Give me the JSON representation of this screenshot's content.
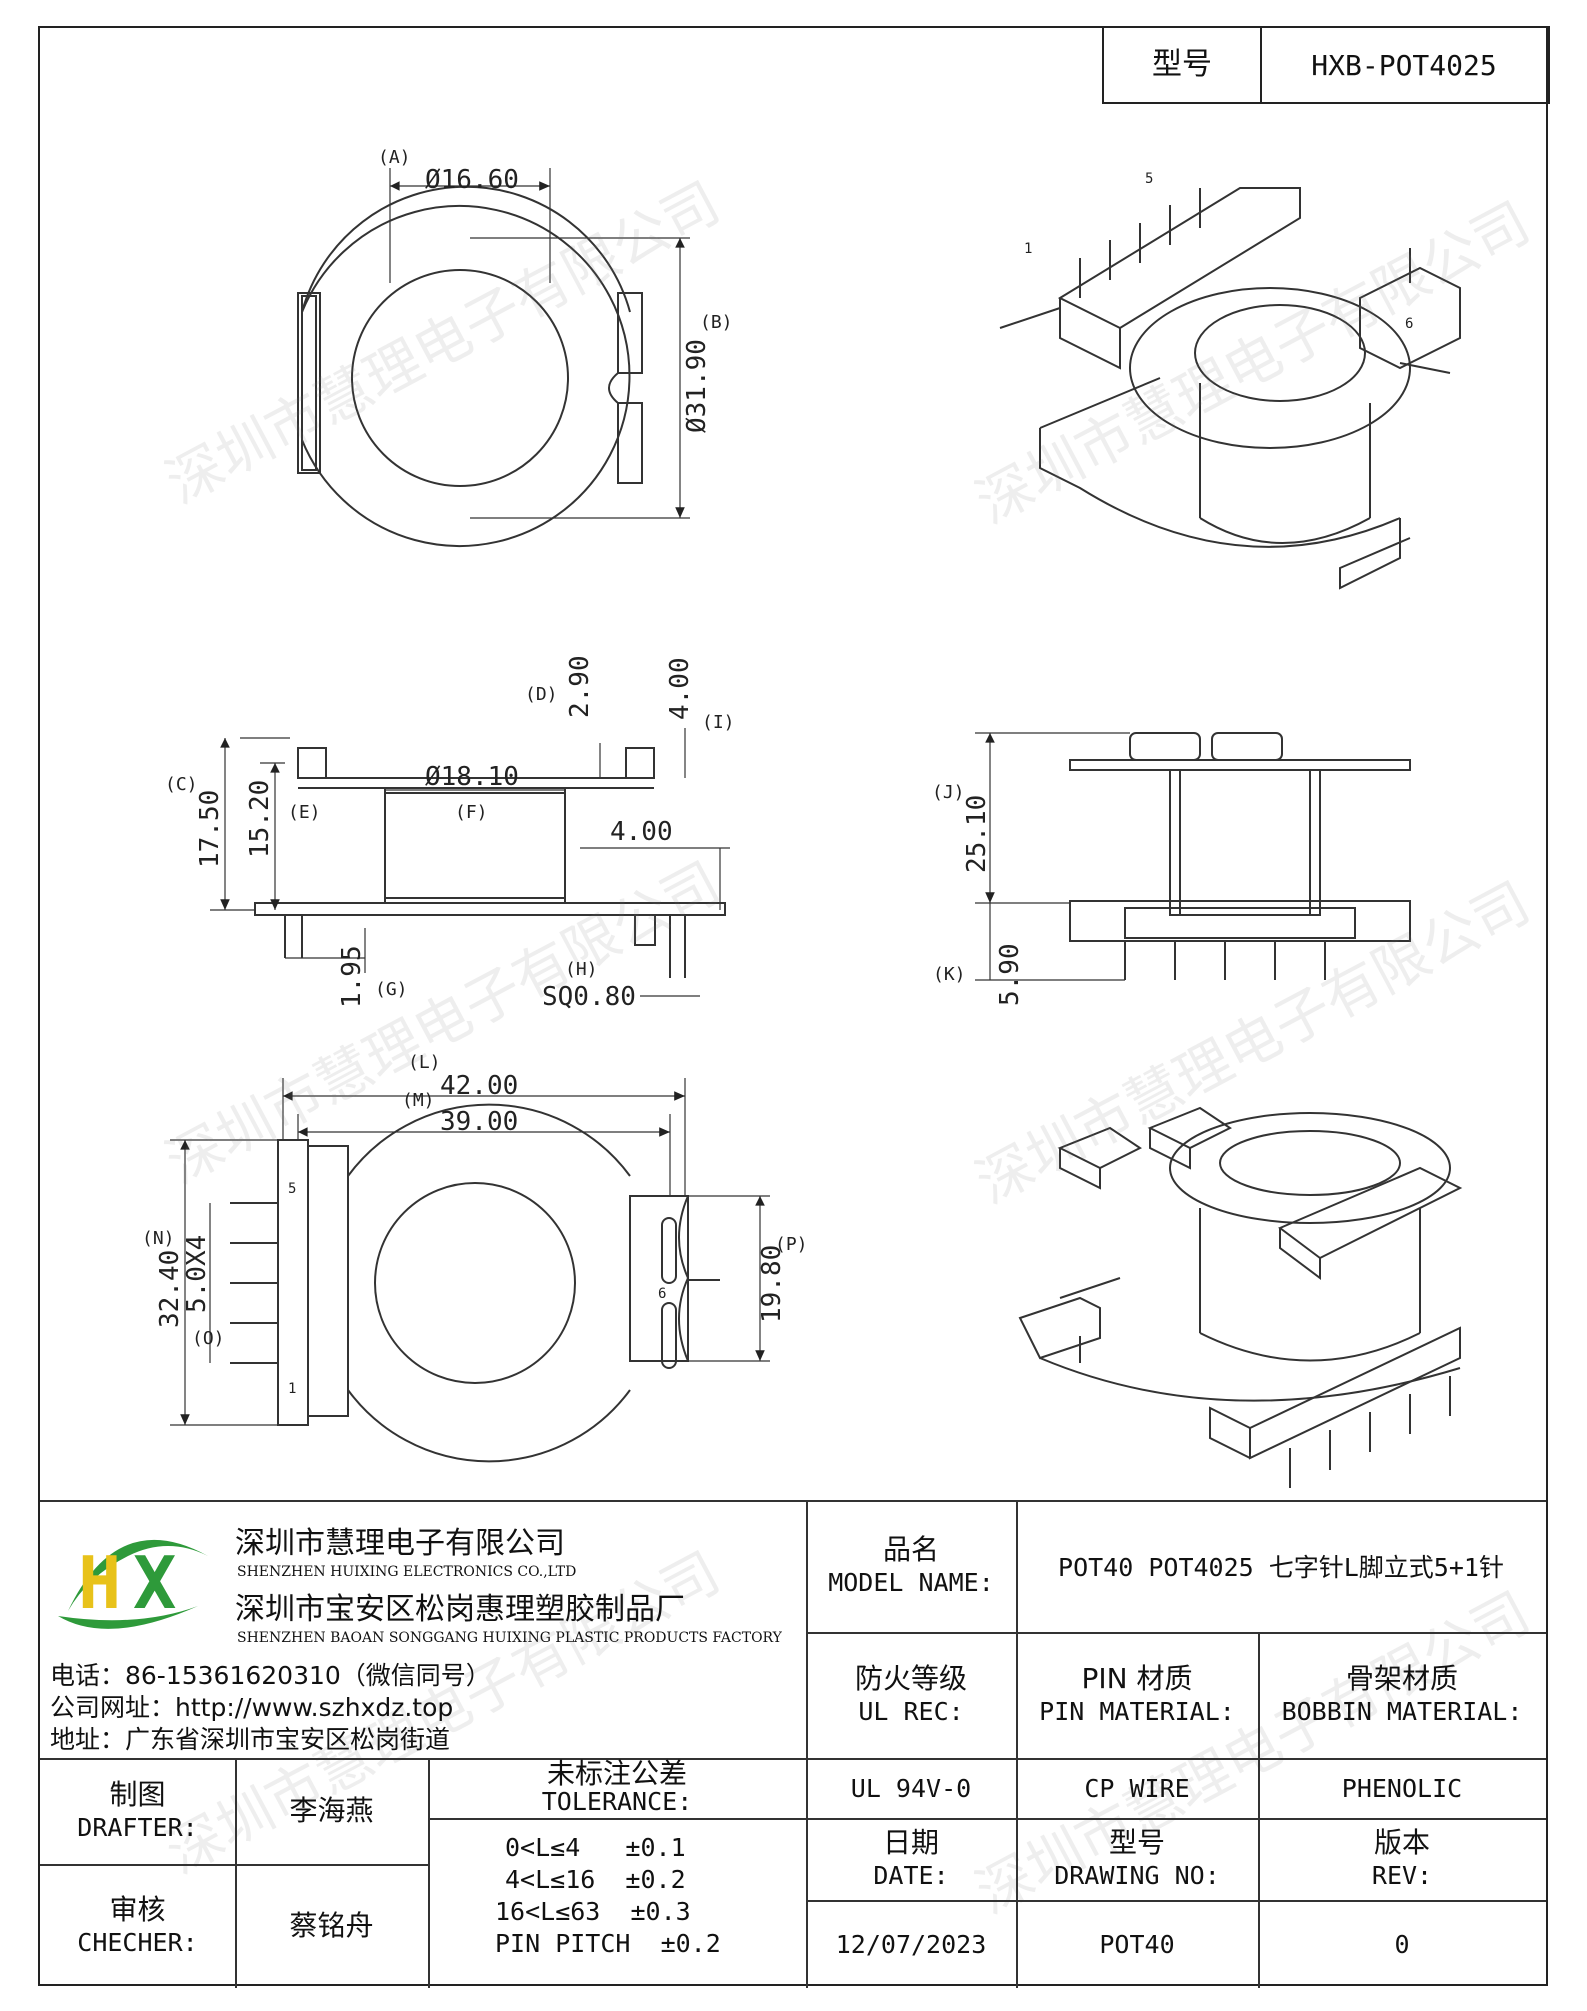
{
  "header": {
    "model_label": "型号",
    "model_value": "HXB-POT4025"
  },
  "dims": {
    "A": "(A)",
    "a_val": "Ø16.60",
    "B": "(B)",
    "b_val": "Ø31.90",
    "C": "(C)",
    "c_val": "17.50",
    "D": "(D)",
    "d_val": "2.90",
    "E": "(E)",
    "e_val": "15.20",
    "F": "(F)",
    "f_val": "Ø18.10",
    "G": "(G)",
    "g_val": "1.95",
    "H": "(H)",
    "h_val": "SQ0.80",
    "I": "(I)",
    "i_val": "4.00",
    "i2_val": "4.00",
    "J": "(J)",
    "j_val": "25.10",
    "K": "(K)",
    "k_val": "5.90",
    "L": "(L)",
    "l_val": "42.00",
    "M": "(M)",
    "m_val": "39.00",
    "N": "(N)",
    "n_val": "32.40",
    "O": "(O)",
    "o_val": "5.0X4",
    "P": "(P)",
    "p_val": "19.80"
  },
  "pins": {
    "p1": "1",
    "p5": "5",
    "p6": "6"
  },
  "company": {
    "name_cn": "深圳市慧理电子有限公司",
    "name_en": "SHENZHEN HUIXING ELECTRONICS CO.,LTD",
    "factory_cn": "深圳市宝安区松岗惠理塑胶制品厂",
    "factory_en": "SHENZHEN BAOAN SONGGANG HUIXING PLASTIC PRODUCTS FACTORY",
    "phone": "电话：86-15361620310（微信同号）",
    "website": "公司网址：http://www.szhxdz.top",
    "address": "地址：广东省深圳市宝安区松岗街道",
    "logo_h": "H",
    "logo_x": "X"
  },
  "title_block": {
    "model_name_cn": "品名",
    "model_name_en": "MODEL NAME:",
    "model_name_value": "POT40 POT4025 七字针L脚立式5+1针",
    "ul_cn": "防火等级",
    "ul_en": "UL REC:",
    "pin_cn": "PIN 材质",
    "pin_en": "PIN MATERIAL:",
    "bobbin_cn": "骨架材质",
    "bobbin_en": "BOBBIN MATERIAL:",
    "ul_value": "UL 94V-0",
    "pin_value": "CP WIRE",
    "bobbin_value": "PHENOLIC",
    "drafter_cn": "制图",
    "drafter_en": "DRAFTER:",
    "drafter_name": "李海燕",
    "checker_cn": "审核",
    "checker_en": "CHECHER:",
    "checker_name": "蔡铭舟",
    "tol_cn": "未标注公差",
    "tol_en": "TOLERANCE:",
    "tol_1": "0<L≤4   ±0.1",
    "tol_2": "4<L≤16  ±0.2",
    "tol_3": "16<L≤63  ±0.3",
    "tol_4": "PIN PITCH  ±0.2",
    "date_cn": "日期",
    "date_en": "DATE:",
    "date_value": "12/07/2023",
    "dwg_cn": "型号",
    "dwg_en": "DRAWING NO:",
    "dwg_value": "POT40",
    "rev_cn": "版本",
    "rev_en": "REV:",
    "rev_value": "0"
  },
  "watermark": "深圳市慧理电子有限公司",
  "colors": {
    "logo_green": "#2e9a3a",
    "logo_yellow": "#e8c21a",
    "line": "#222222"
  }
}
